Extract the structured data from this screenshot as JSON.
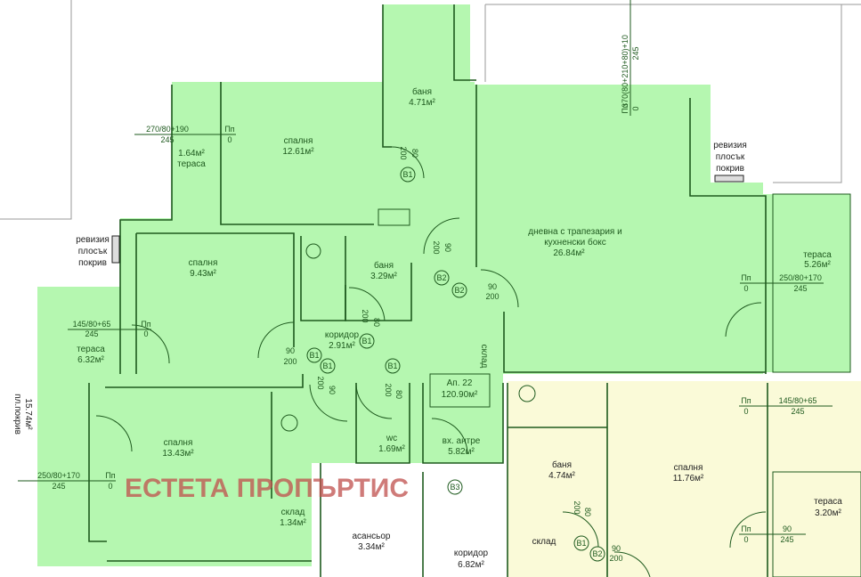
{
  "apartment": {
    "name": "Ап. 22",
    "area": "120.90м²"
  },
  "watermark": "ЕСТЕТА ПРОПЪРТИС",
  "colors": {
    "apartment_fill": "#b5f7b0",
    "neighbor_fill": "#fafad8",
    "wall": "#1e5a1e",
    "watermark": "#c0504d"
  },
  "rooms": {
    "bath1": {
      "label": "баня",
      "area": "4.71м²"
    },
    "bed1": {
      "label": "спалня",
      "area": "12.61м²"
    },
    "terrace1": {
      "label": "тераса",
      "area": "1.64м²"
    },
    "living": {
      "label1": "дневна с трапезария и",
      "label2": "кухненски бокс",
      "area": "26.84м²"
    },
    "terrace2": {
      "label": "тераса",
      "area": "5.26м²"
    },
    "bed2": {
      "label": "спалня",
      "area": "9.43м²"
    },
    "bath2": {
      "label": "баня",
      "area": "3.29м²"
    },
    "corridor": {
      "label": "коридор",
      "area": "2.91м²"
    },
    "terrace3": {
      "label": "тераса",
      "area": "6.32м²"
    },
    "storage_v": {
      "label": "склад"
    },
    "bed3": {
      "label": "спалня",
      "area": "13.43м²"
    },
    "storage": {
      "label": "склад",
      "area": "1.34м²"
    },
    "wc": {
      "label": "wc",
      "area": "1.69м²"
    },
    "entry": {
      "label": "вх. антре",
      "area": "5.82м²"
    },
    "flat_roof": {
      "area": "15.74м²",
      "label": "пл.покрив"
    },
    "elevator": {
      "label": "асансьор",
      "area": "3.34м²"
    },
    "common_corridor": {
      "label": "коридор",
      "area": "6.82м²"
    },
    "n_bath": {
      "label": "баня",
      "area": "4.74м²"
    },
    "n_bed": {
      "label": "спалня",
      "area": "11.76м²"
    },
    "n_terrace": {
      "label": "тераса",
      "area": "3.20м²"
    },
    "n_storage": {
      "label": "склад"
    }
  },
  "roof_access": {
    "l1": "ревизия",
    "l2": "плосък",
    "l3": "покрив"
  },
  "dims": {
    "w1_top": "270/80+190",
    "w1_bot": "245",
    "w2_top": "370(80+210+80)+10",
    "w2_bot": "245",
    "w3_top": "250/80+170",
    "w3_bot": "245",
    "w4_top": "145/80+65",
    "w4_bot": "245",
    "w5_top": "250/80+170",
    "w5_bot": "245",
    "w6_top": "145/80+65",
    "w6_bot": "245",
    "w7_top": "90",
    "w7_bot": "245",
    "pp": "Пп",
    "zero": "0",
    "d80": "80",
    "d90": "90",
    "d200": "200"
  },
  "door_tags": {
    "b1": "B1",
    "b2": "B2",
    "b3": "B3"
  }
}
